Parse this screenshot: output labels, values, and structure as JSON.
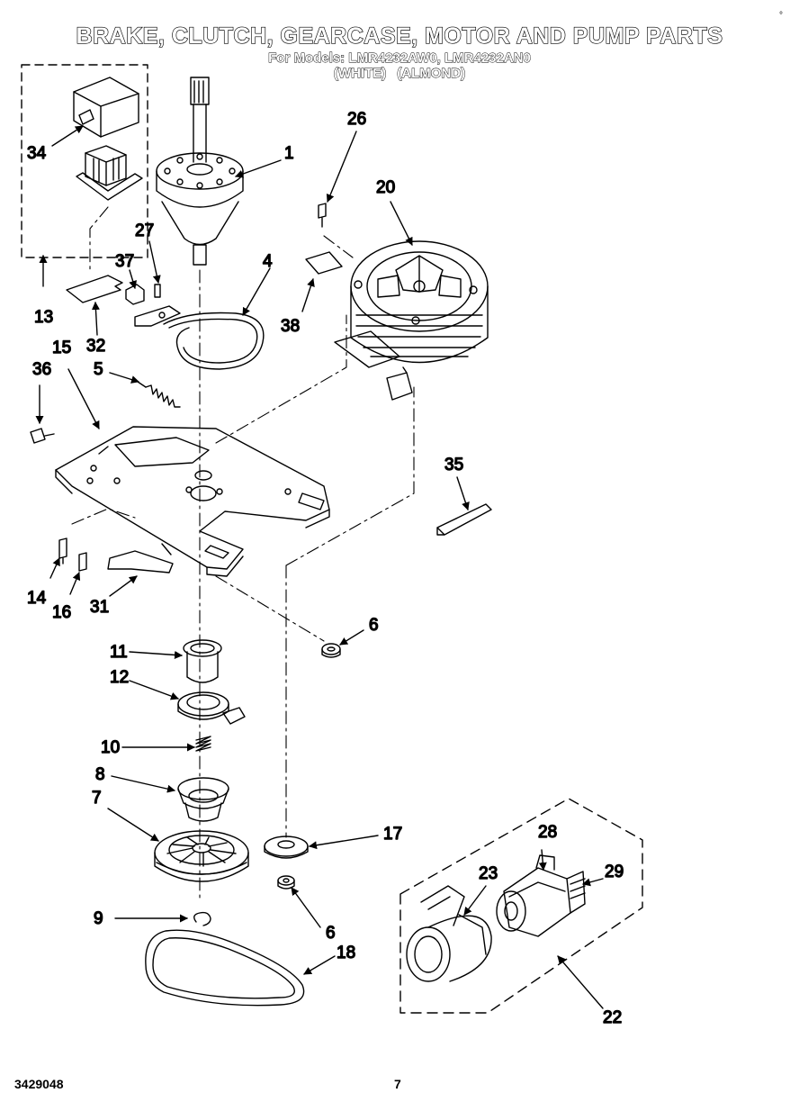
{
  "header": {
    "title": "BRAKE, CLUTCH, GEARCASE, MOTOR AND PUMP PARTS",
    "models_line": "For Models: LMR4232AW0, LMR4232AN0",
    "color_white": "(WHITE)",
    "color_almond": "(ALMOND)"
  },
  "corner_mark": "°",
  "callouts": {
    "c1": "1",
    "c4": "4",
    "c5": "5",
    "c6a": "6",
    "c6b": "6",
    "c7": "7",
    "c8": "8",
    "c9": "9",
    "c10": "10",
    "c11": "11",
    "c12": "12",
    "c13": "13",
    "c14": "14",
    "c15": "15",
    "c16": "16",
    "c17": "17",
    "c18": "18",
    "c20": "20",
    "c22": "22",
    "c23": "23",
    "c26": "26",
    "c27": "27",
    "c28": "28",
    "c29": "29",
    "c31": "31",
    "c32": "32",
    "c34": "34",
    "c35": "35",
    "c36": "36",
    "c37": "37",
    "c38": "38"
  },
  "footer": {
    "doc_number": "3429048",
    "page_number": "7"
  }
}
